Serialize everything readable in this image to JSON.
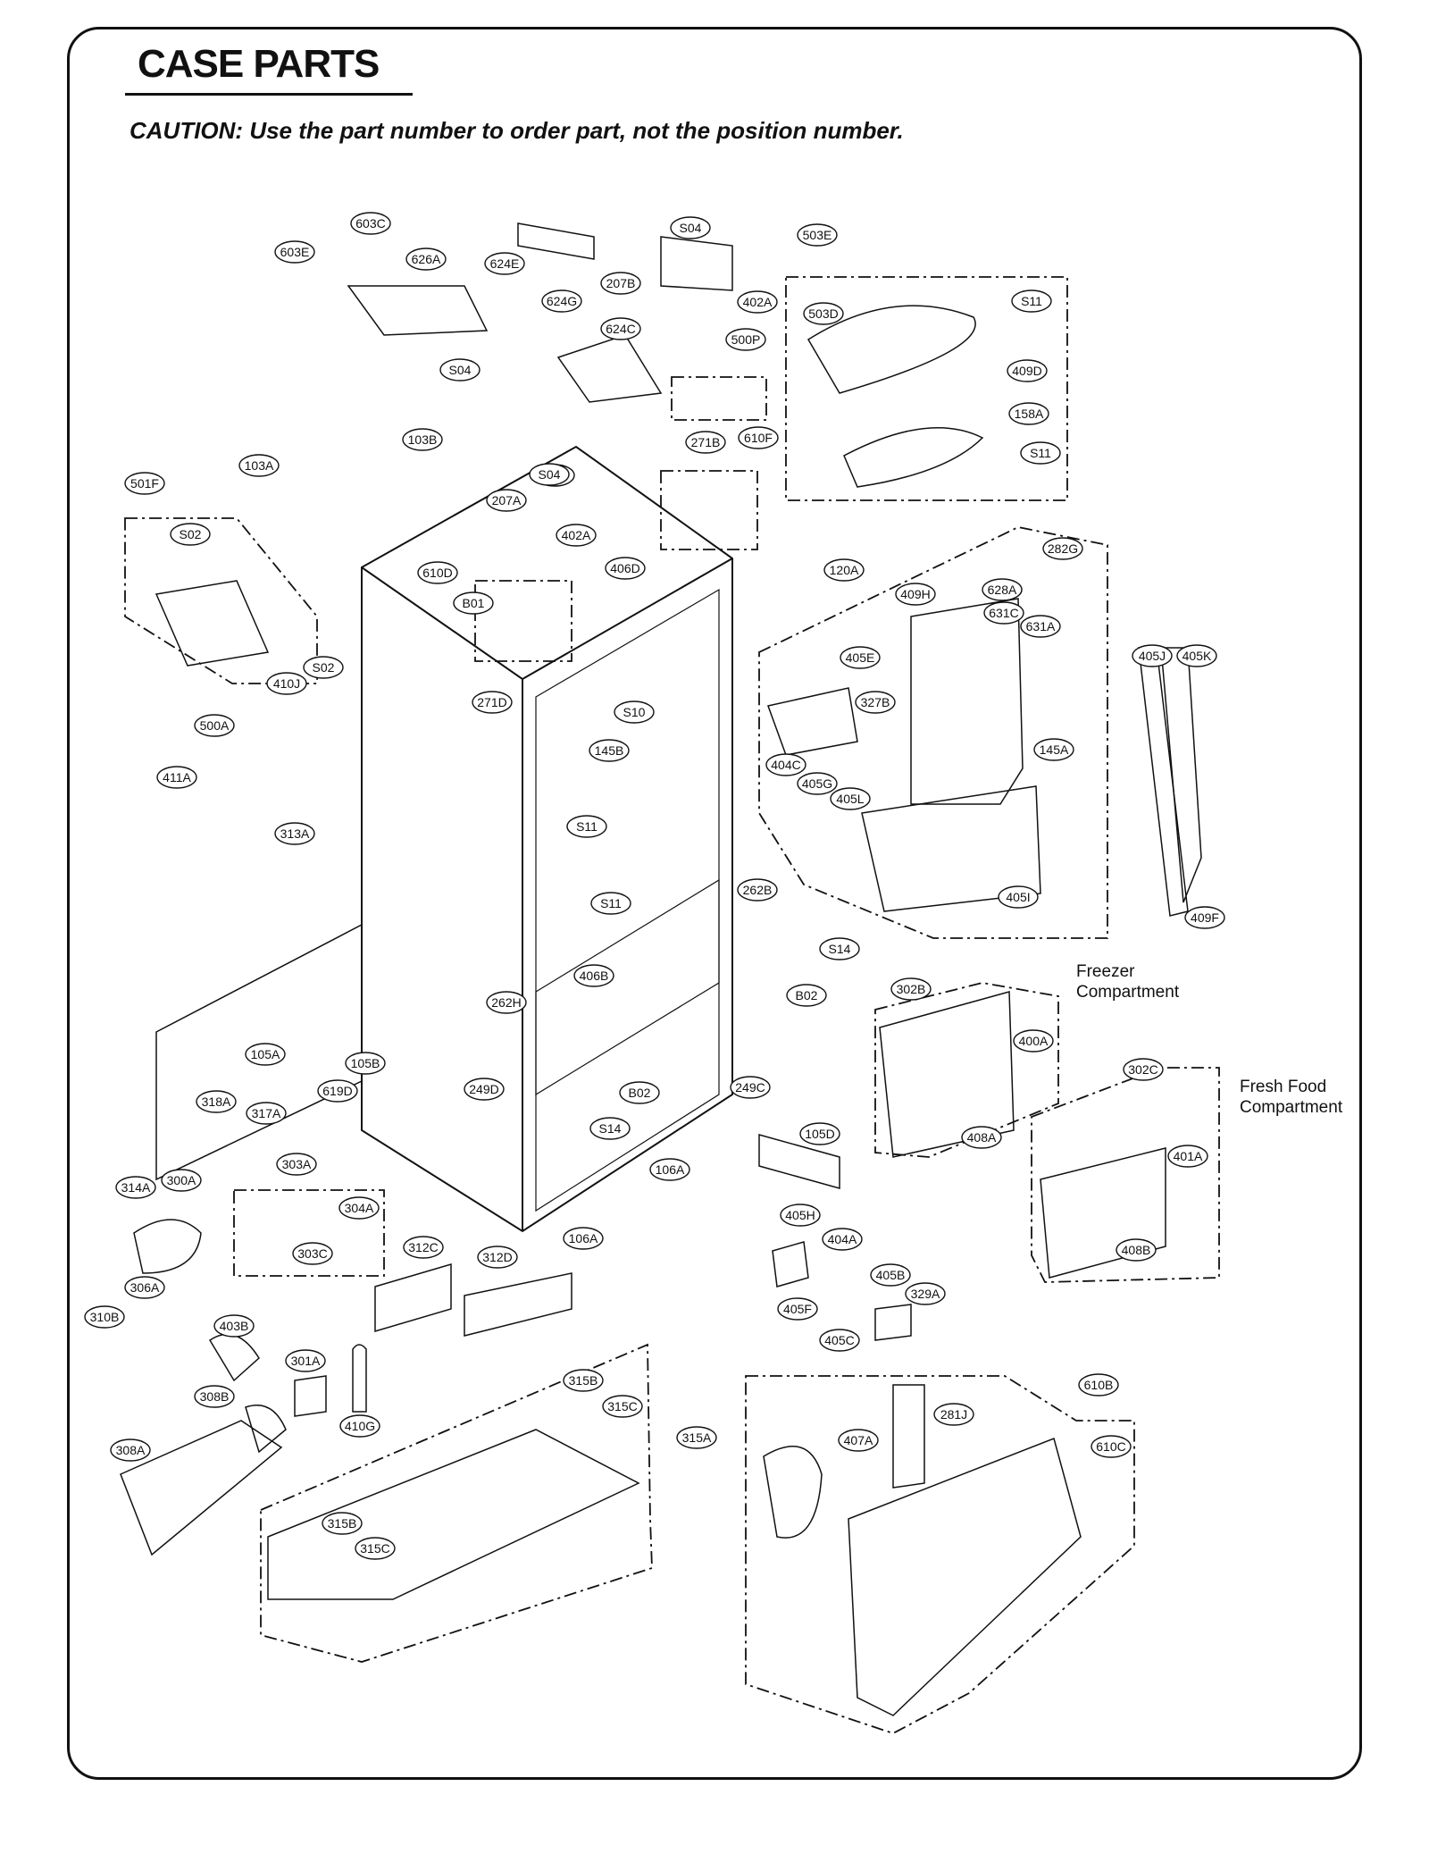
{
  "page": {
    "title": "CASE PARTS",
    "caution": "CAUTION: Use the part number to order part, not the position number."
  },
  "section_labels": [
    "Freezer",
    "Compartment",
    "Fresh Food",
    "Compartment"
  ],
  "callouts": [
    "603C",
    "603E",
    "626A",
    "624E",
    "S04",
    "207B",
    "402A",
    "503E",
    "624G",
    "624C",
    "500P",
    "S11",
    "503D",
    "S04",
    "610F",
    "409D",
    "158A",
    "103B",
    "271B",
    "S11",
    "S04",
    "103A",
    "501F",
    "207A",
    "S04",
    "402A",
    "S02",
    "610D",
    "406D",
    "B01",
    "120A",
    "282G",
    "409H",
    "628A",
    "631C",
    "631A",
    "405J",
    "405K",
    "S02",
    "271D",
    "410J",
    "405E",
    "327B",
    "S10",
    "500A",
    "145B",
    "145A",
    "404C",
    "405G",
    "405L",
    "411A",
    "S11",
    "313A",
    "405I",
    "S11",
    "262B",
    "S14",
    "409F",
    "406B",
    "B02",
    "262H",
    "302B",
    "400A",
    "105A",
    "105B",
    "619D",
    "249D",
    "B02",
    "249C",
    "302C",
    "318A",
    "317A",
    "S14",
    "401A",
    "105D",
    "106A",
    "303A",
    "314A",
    "300A",
    "304A",
    "408A",
    "408B",
    "312C",
    "312D",
    "106A",
    "303C",
    "405H",
    "404A",
    "306A",
    "405B",
    "329A",
    "310B",
    "405F",
    "405C",
    "403B",
    "301A",
    "315B",
    "308B",
    "315C",
    "315A",
    "610B",
    "281J",
    "407A",
    "610C",
    "410G",
    "308A",
    "315B",
    "315C"
  ]
}
